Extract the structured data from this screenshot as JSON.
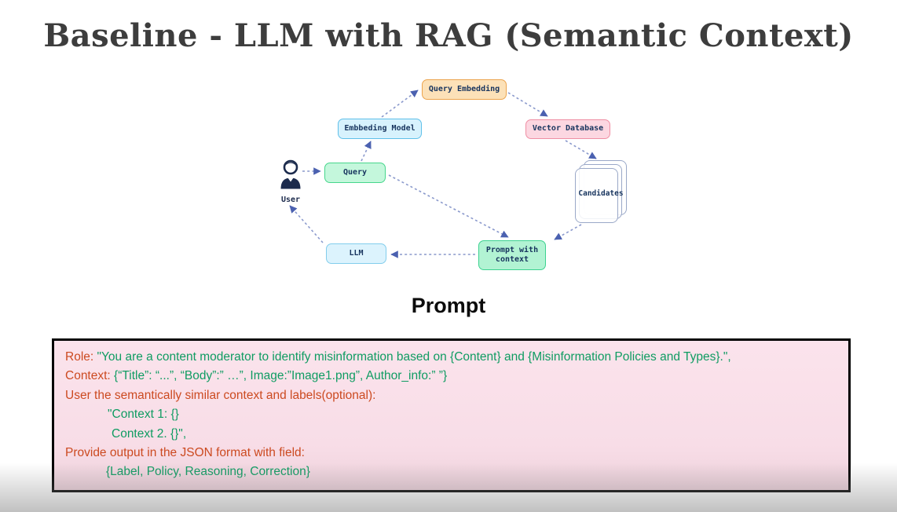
{
  "title": "Baseline - LLM with RAG (Semantic Context)",
  "diagram": {
    "user_label": "User",
    "nodes": {
      "query_embedding": {
        "label": "Query Embedding"
      },
      "embedding_model": {
        "label": "Embbeding Model"
      },
      "vector_database": {
        "label": "Vector Database"
      },
      "query": {
        "label": "Query"
      },
      "candidates": {
        "label": "Candidates"
      },
      "llm": {
        "label": "LLM"
      },
      "prompt_with_context": {
        "label": "Prompt with context"
      }
    },
    "edges": [
      "user -> query",
      "query -> embedding_model",
      "embedding_model -> query_embedding",
      "query_embedding -> vector_database",
      "vector_database -> candidates",
      "candidates -> prompt_with_context",
      "query -> prompt_with_context",
      "prompt_with_context -> llm",
      "llm -> user"
    ]
  },
  "prompt_heading": "Prompt",
  "prompt_box": {
    "lines": [
      {
        "head": "Role:",
        "body": " \"You are a content moderator to identify misinformation based on {Content} and {Misinformation Policies and Types}.\",",
        "indent": 0
      },
      {
        "head": "Context:",
        "body": " {“Title”: “...”, “Body”:” …”, Image:”Image1.png”, Author_info:” ”}",
        "indent": 0
      },
      {
        "head": "User the semantically similar context and labels(optional):",
        "body": "",
        "indent": 0
      },
      {
        "head": "",
        "body": "\"Context 1: {}",
        "indent": 54
      },
      {
        "head": "",
        "body": "Context 2. {}\",",
        "indent": 59
      },
      {
        "head": "Provide output in the JSON format with field:",
        "body": "",
        "indent": 0
      },
      {
        "head": "",
        "body": "{Label, Policy, Reasoning, Correction}",
        "indent": 52
      }
    ]
  },
  "colors": {
    "node_text": "#17345e",
    "arrow": "#8a99cc",
    "arrowhead": "#4b61b0",
    "query_embedding_fill": "#fce1b8",
    "query_embedding_border": "#eca44e",
    "embedding_model_fill": "#d7f2fd",
    "embedding_model_border": "#5fc0e9",
    "vector_database_fill": "#fcd7e1",
    "vector_database_border": "#ef8fa4",
    "query_fill": "#c4f7dc",
    "query_border": "#47d68c",
    "llm_fill": "#dcf3fd",
    "llm_border": "#82cdec",
    "prompt_fill": "#b2f3d3",
    "prompt_border": "#3dd290",
    "candidates_border": "#9aa8c8",
    "user_icon": "#1c2b4d",
    "prompt_box_fill": "#fbe3ec",
    "prompt_box_border": "#000000",
    "prompt_red": "#cc4a20",
    "prompt_green": "#0f9c62"
  }
}
